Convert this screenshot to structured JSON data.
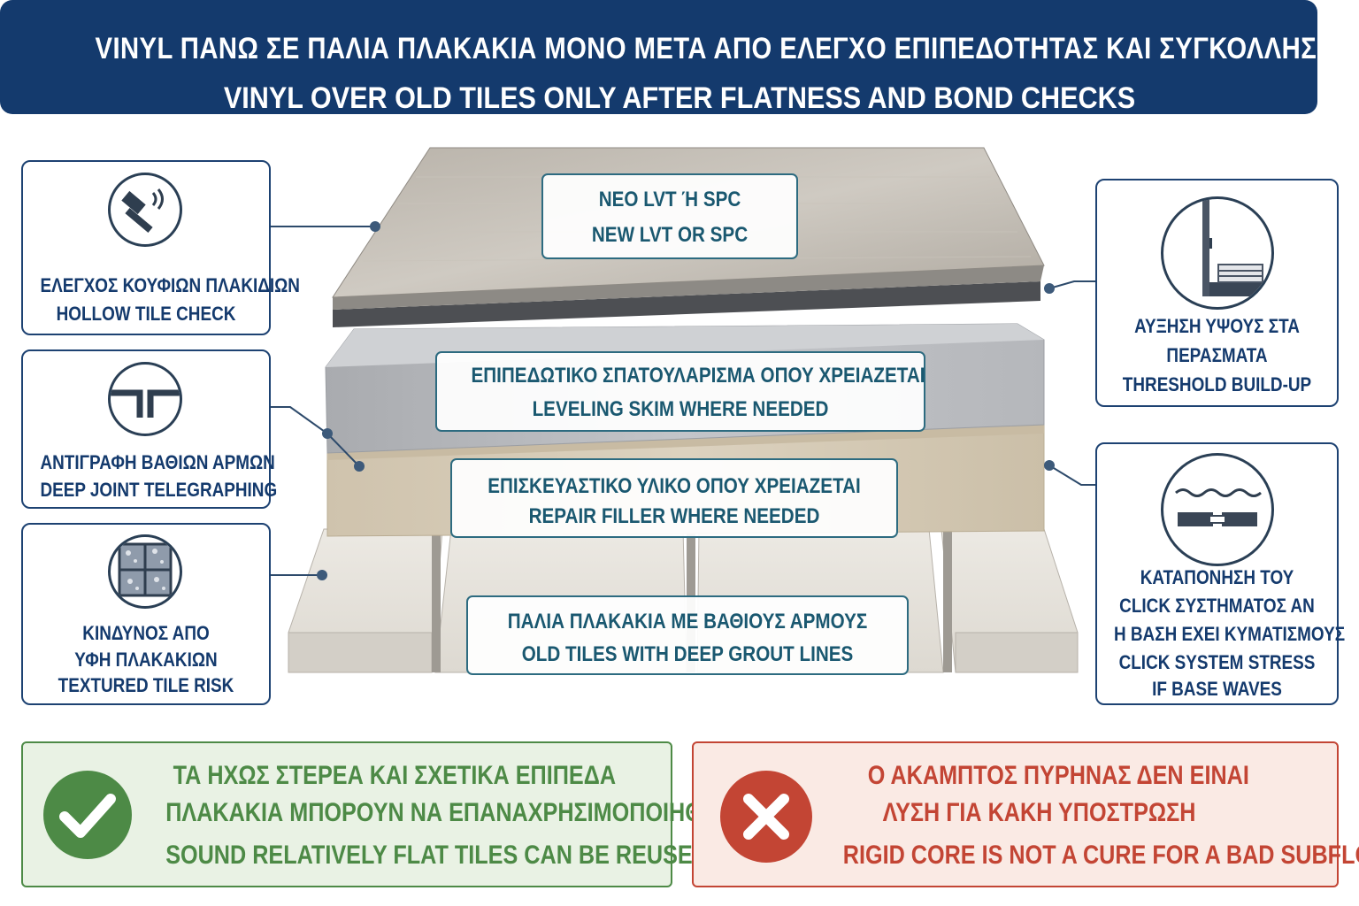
{
  "title": {
    "greek": "VINYL ΠΑΝΩ ΣΕ ΠΑΛΙΑ ΠΛΑΚΑΚΙΑ ΜΟΝΟ ΜΕΤΑ ΑΠΟ ΕΛΕΓΧΟ ΕΠΙΠΕΔΟΤΗΤΑΣ ΚΑΙ ΣΥΓΚΟΛΛΗΣΗΣ",
    "english": "VINYL OVER OLD TILES ONLY AFTER FLATNESS AND BOND CHECKS"
  },
  "layers": {
    "top": {
      "greek": "ΝΕΟ LVT Ή SPC",
      "english": "NEW LVT OR SPC"
    },
    "skim": {
      "greek": "ΕΠΙΠΕΔΩΤΙΚΟ ΣΠΑΤΟΥΛΑΡΙΣΜΑ ΟΠΟΥ ΧΡΕΙΑΖΕΤΑΙ",
      "english": "LEVELING SKIM WHERE NEEDED"
    },
    "filler": {
      "greek": "ΕΠΙΣΚΕΥΑΣΤΙΚΟ ΥΛΙΚΟ ΟΠΟΥ ΧΡΕΙΑΖΕΤΑΙ",
      "english": "REPAIR FILLER WHERE NEEDED"
    },
    "tiles": {
      "greek": "ΠΑΛΙΑ ΠΛΑΚΑΚΙΑ ΜΕ ΒΑΘΙΟΥΣ ΑΡΜΟΥΣ",
      "english": "OLD TILES WITH DEEP GROUT LINES"
    }
  },
  "left_cards": [
    {
      "icon": "hammer-sound-icon",
      "greek": "ΕΛΕΓΧΟΣ ΚΟΥΦΙΩΝ ΠΛΑΚΙΔΙΩΝ",
      "english": "HOLLOW TILE CHECK"
    },
    {
      "icon": "joint-profile-icon",
      "greek": "ΑΝΤΙΓΡΑΦΗ ΒΑΘΙΩΝ ΑΡΜΩΝ",
      "english": "DEEP JOINT TELEGRAPHING"
    },
    {
      "icon": "textured-tile-icon",
      "greek1": "ΚΙΝΔΥΝΟΣ ΑΠΟ",
      "greek2": "ΥΦΗ ΠΛΑΚΑΚΙΩΝ",
      "english": "TEXTURED TILE RISK"
    }
  ],
  "right_cards": [
    {
      "icon": "door-threshold-icon",
      "greek1": "ΑΥΞΗΣΗ ΥΨΟΥΣ ΣΤΑ",
      "greek2": "ΠΕΡΑΣΜΑΤΑ",
      "english": "THRESHOLD BUILD-UP"
    },
    {
      "icon": "click-joint-wave-icon",
      "greek1": "ΚΑΤΑΠΟΝΗΣΗ ΤΟΥ",
      "greek2": "CLICK ΣΥΣΤΗΜΑΤΟΣ ΑΝ",
      "greek3": "Η ΒΑΣΗ ΕΧΕΙ ΚΥΜΑΤΙΣΜΟΥΣ",
      "english1": "CLICK SYSTEM STRESS",
      "english2": "IF BASE WAVES"
    }
  ],
  "ok_panel": {
    "icon": "check-icon",
    "greek1": "ΤΑ ΗΧΩΣ ΣΤΕΡΕΑ ΚΑΙ ΣΧΕΤΙΚΑ ΕΠΙΠΕΔΑ",
    "greek2": "ΠΛΑΚΑΚΙΑ ΜΠΟΡΟΥΝ ΝΑ ΕΠΑΝΑΧΡΗΣΙΜΟΠΟΙΗΘΟΥΝ",
    "english": "SOUND RELATIVELY FLAT TILES CAN BE REUSED",
    "color": "#4d8a46"
  },
  "bad_panel": {
    "icon": "cross-icon",
    "greek1": "Ο ΑΚΑΜΠΤΟΣ ΠΥΡΗΝΑΣ ΔΕΝ ΕΙΝΑΙ",
    "greek2": "ΛΥΣΗ ΓΙΑ ΚΑΚΗ ΥΠΟΣΤΡΩΣΗ",
    "english": "RIGID CORE IS NOT A CURE FOR A BAD SUBFLOOR",
    "color": "#c34534"
  },
  "colors": {
    "navy": "#143a6d",
    "teal": "#1a5870",
    "green": "#4d8a46",
    "red": "#c34534"
  }
}
